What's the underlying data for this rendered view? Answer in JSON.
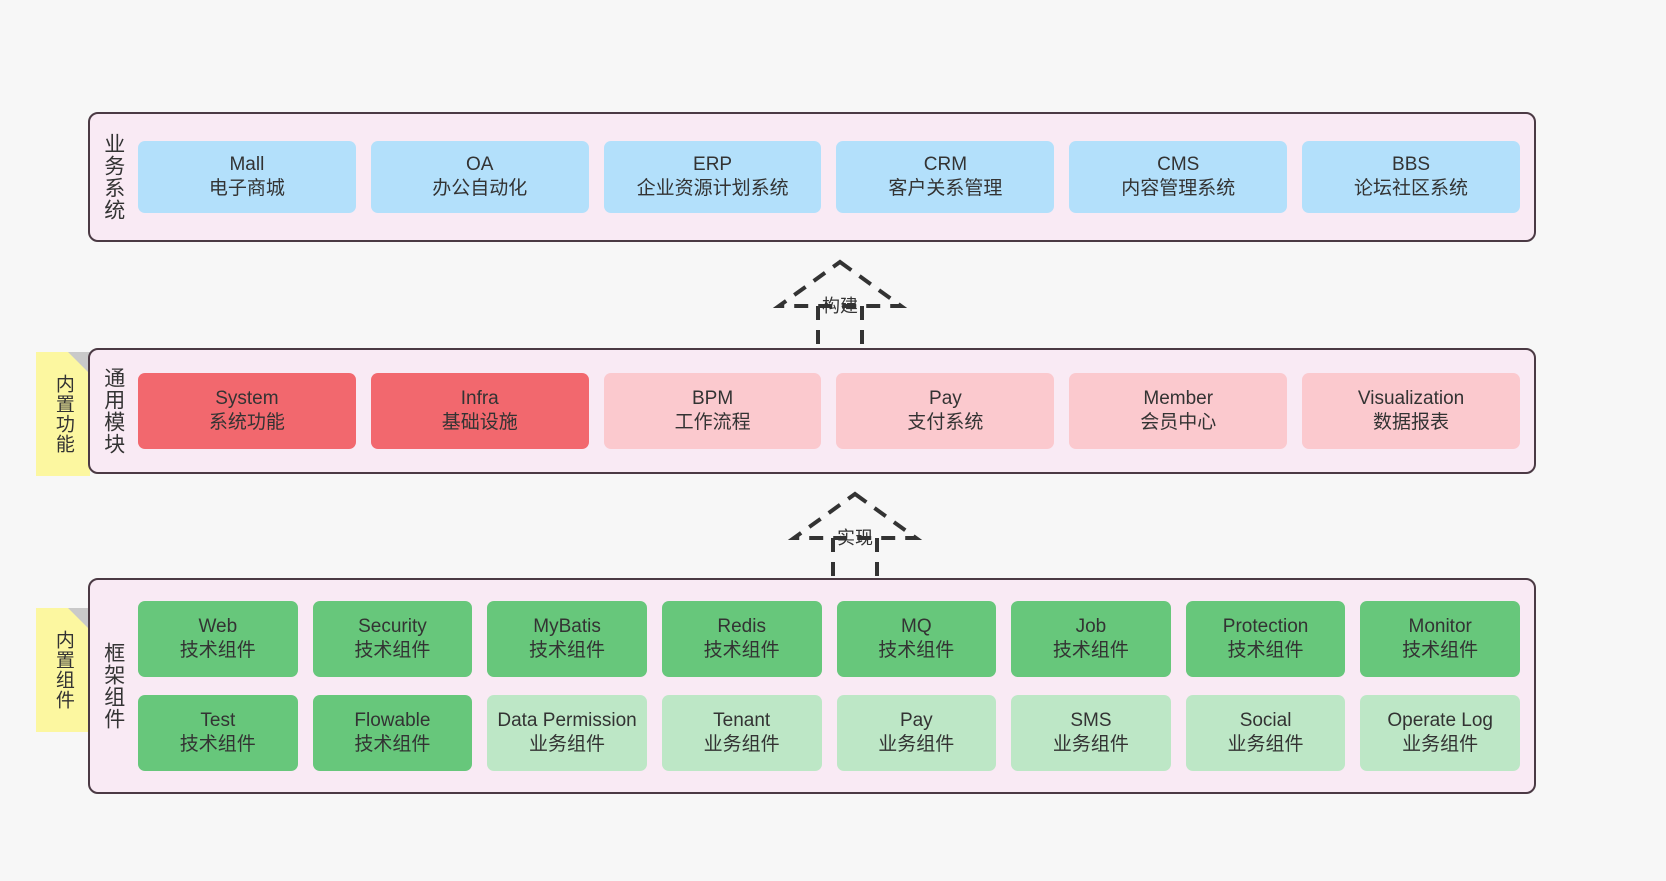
{
  "diagram": {
    "background_color": "#f7f7f7",
    "layer_fill": "#f9eaf4",
    "layer_border": "#4b3a44",
    "note_fill": "#fcf7a0"
  },
  "layers": [
    {
      "id": "business",
      "title": "业务系统",
      "rows": [
        {
          "cards": [
            {
              "title": "Mall",
              "sub": "电子商城",
              "color": "#b3e0fb",
              "style": "c-blue"
            },
            {
              "title": "OA",
              "sub": "办公自动化",
              "color": "#b3e0fb",
              "style": "c-blue"
            },
            {
              "title": "ERP",
              "sub": "企业资源计划系统",
              "color": "#b3e0fb",
              "style": "c-blue"
            },
            {
              "title": "CRM",
              "sub": "客户关系管理",
              "color": "#b3e0fb",
              "style": "c-blue"
            },
            {
              "title": "CMS",
              "sub": "内容管理系统",
              "color": "#b3e0fb",
              "style": "c-blue"
            },
            {
              "title": "BBS",
              "sub": "论坛社区系统",
              "color": "#b3e0fb",
              "style": "c-blue"
            }
          ]
        }
      ]
    },
    {
      "id": "module",
      "title": "通用模块",
      "note": "内置功能",
      "rows": [
        {
          "cards": [
            {
              "title": "System",
              "sub": "系统功能",
              "color": "#f2686e",
              "style": "c-red"
            },
            {
              "title": "Infra",
              "sub": "基础设施",
              "color": "#f2686e",
              "style": "c-red"
            },
            {
              "title": "BPM",
              "sub": "工作流程",
              "color": "#fbc9ce",
              "style": "c-pink"
            },
            {
              "title": "Pay",
              "sub": "支付系统",
              "color": "#fbc9ce",
              "style": "c-pink"
            },
            {
              "title": "Member",
              "sub": "会员中心",
              "color": "#fbc9ce",
              "style": "c-pink"
            },
            {
              "title": "Visualization",
              "sub": "数据报表",
              "color": "#fbc9ce",
              "style": "c-pink"
            }
          ]
        }
      ]
    },
    {
      "id": "framework",
      "title": "框架组件",
      "note": "内置组件",
      "rows": [
        {
          "cards": [
            {
              "title": "Web",
              "sub": "技术组件",
              "color": "#67c77b",
              "style": "c-green"
            },
            {
              "title": "Security",
              "sub": "技术组件",
              "color": "#67c77b",
              "style": "c-green"
            },
            {
              "title": "MyBatis",
              "sub": "技术组件",
              "color": "#67c77b",
              "style": "c-green"
            },
            {
              "title": "Redis",
              "sub": "技术组件",
              "color": "#67c77b",
              "style": "c-green"
            },
            {
              "title": "MQ",
              "sub": "技术组件",
              "color": "#67c77b",
              "style": "c-green"
            },
            {
              "title": "Job",
              "sub": "技术组件",
              "color": "#67c77b",
              "style": "c-green"
            },
            {
              "title": "Protection",
              "sub": "技术组件",
              "color": "#67c77b",
              "style": "c-green"
            },
            {
              "title": "Monitor",
              "sub": "技术组件",
              "color": "#67c77b",
              "style": "c-green"
            }
          ]
        },
        {
          "cards": [
            {
              "title": "Test",
              "sub": "技术组件",
              "color": "#67c77b",
              "style": "c-green"
            },
            {
              "title": "Flowable",
              "sub": "技术组件",
              "color": "#67c77b",
              "style": "c-green"
            },
            {
              "title": "Data Permission",
              "sub": "业务组件",
              "color": "#bde7c6",
              "style": "c-lightgreen"
            },
            {
              "title": "Tenant",
              "sub": "业务组件",
              "color": "#bde7c6",
              "style": "c-lightgreen"
            },
            {
              "title": "Pay",
              "sub": "业务组件",
              "color": "#bde7c6",
              "style": "c-lightgreen"
            },
            {
              "title": "SMS",
              "sub": "业务组件",
              "color": "#bde7c6",
              "style": "c-lightgreen"
            },
            {
              "title": "Social",
              "sub": "业务组件",
              "color": "#bde7c6",
              "style": "c-lightgreen"
            },
            {
              "title": "Operate Log",
              "sub": "业务组件",
              "color": "#bde7c6",
              "style": "c-lightgreen"
            }
          ]
        }
      ]
    }
  ],
  "arrows": [
    {
      "id": "build",
      "label": "构建"
    },
    {
      "id": "realize",
      "label": "实现"
    }
  ]
}
